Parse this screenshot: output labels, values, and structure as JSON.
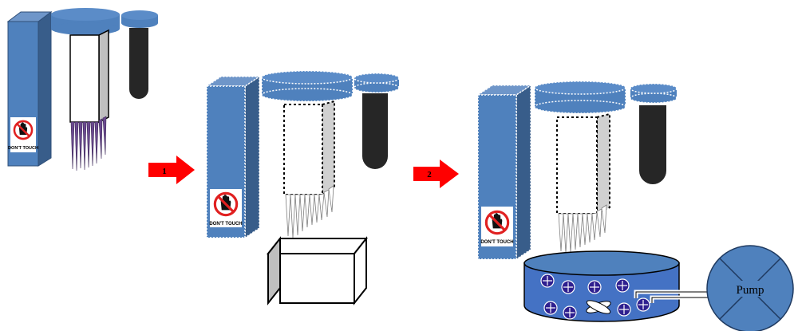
{
  "sign": {
    "text": "DON'T TOUCH"
  },
  "arrows": [
    {
      "label": "1"
    },
    {
      "label": "2"
    }
  ],
  "pump": {
    "label": "Pump"
  },
  "colors": {
    "device_blue": "#4f81bd",
    "device_dark_blue": "#385d8a",
    "cap_black": "#262626",
    "arrow_red": "#ff0000",
    "bath_blue": "#4472c4",
    "particle_purple": "#2e1f8f",
    "needle_purple": "#6b4a8f",
    "needle_grey": "#7f7f7f"
  }
}
